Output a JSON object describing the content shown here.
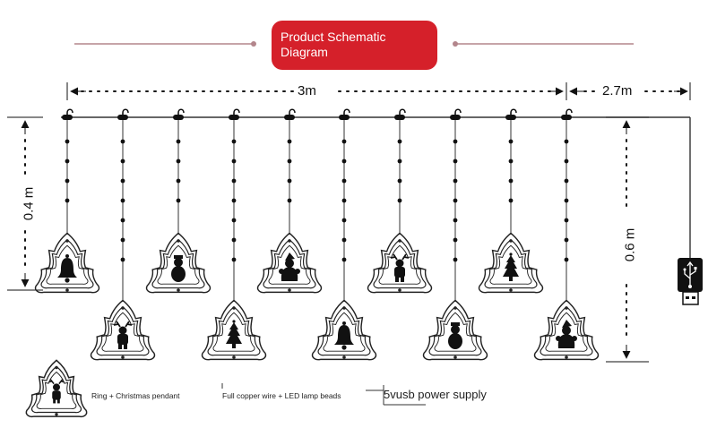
{
  "title": "Product Schematic Diagram",
  "colors": {
    "accent": "#d5202a",
    "line": "#333333",
    "divider": "#b3868c"
  },
  "dimensions": {
    "width_main": "3m",
    "width_cable": "2.7m",
    "drop_short": "0.4 m",
    "drop_long": "0.6 m"
  },
  "pendants_top_row": [
    "bell",
    "snowman",
    "santa",
    "reindeer",
    "christmas-tree"
  ],
  "pendants_bottom_row": [
    "reindeer",
    "christmas-tree",
    "bell",
    "snowman",
    "santa"
  ],
  "legend": {
    "pendant": "Ring + Christmas pendant",
    "wire": "Full copper wire + LED lamp beads",
    "power": "5vusb power supply"
  },
  "icons": {
    "plug": "usb-plug-icon",
    "hook": "hook-icon"
  }
}
